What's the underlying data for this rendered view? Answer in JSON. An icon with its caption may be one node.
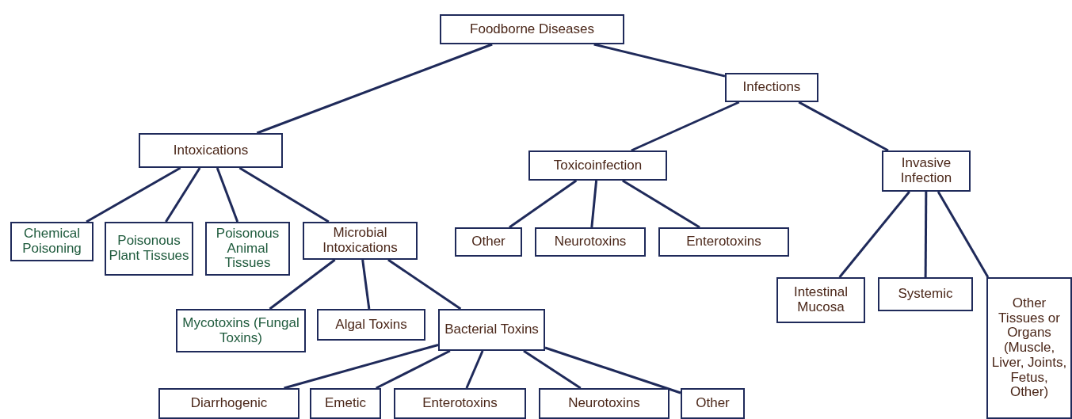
{
  "diagram": {
    "nodes": [
      {
        "text": [
          "Foodborne Diseases"
        ]
      },
      {
        "text": [
          "Infections"
        ]
      },
      {
        "text": [
          "Intoxications"
        ]
      },
      {
        "text": [
          "Toxicoinfection"
        ]
      },
      {
        "text": [
          "Invasive Infection"
        ]
      },
      {
        "text": [
          "Chemical Poisoning"
        ]
      },
      {
        "text": [
          "Poisonous Plant Tissues"
        ]
      },
      {
        "text": [
          "Poisonous Animal Tissues"
        ]
      },
      {
        "text": [
          "Microbial Intoxications"
        ]
      },
      {
        "text": [
          "Other"
        ]
      },
      {
        "text": [
          "Neurotoxins"
        ]
      },
      {
        "text": [
          "Enterotoxins"
        ]
      },
      {
        "text": [
          "Intestinal Mucosa"
        ]
      },
      {
        "text": [
          "Systemic"
        ]
      },
      {
        "text": [
          "Other Tissues or Organs (Muscle, Liver, Joints, Fetus, Other)"
        ]
      },
      {
        "text": [
          "Mycotoxins (Fungal Toxins)"
        ]
      },
      {
        "text": [
          "Algal Toxins"
        ]
      },
      {
        "text": [
          "Bacterial Toxins"
        ]
      },
      {
        "text": [
          "Diarrhogenic"
        ]
      },
      {
        "text": [
          "Emetic"
        ]
      },
      {
        "text": [
          "Enterotoxins"
        ]
      },
      {
        "text": [
          "Neurotoxins"
        ]
      },
      {
        "text": [
          "Other"
        ]
      }
    ],
    "edges": [
      {
        "from": 0,
        "to": 2,
        "arrow": "none"
      },
      {
        "from": 0,
        "to": 1,
        "arrow": "none"
      },
      {
        "from": 1,
        "to": 3,
        "arrow": "none"
      },
      {
        "from": 1,
        "to": 4,
        "arrow": "none"
      },
      {
        "from": 2,
        "to": 5,
        "arrow": "none"
      },
      {
        "from": 2,
        "to": 6,
        "arrow": "none"
      },
      {
        "from": 2,
        "to": 7,
        "arrow": "none"
      },
      {
        "from": 2,
        "to": 8,
        "arrow": "none"
      },
      {
        "from": 3,
        "to": 9,
        "arrow": "none"
      },
      {
        "from": 3,
        "to": 10,
        "arrow": "none"
      },
      {
        "from": 3,
        "to": 11,
        "arrow": "none"
      },
      {
        "from": 4,
        "to": 12,
        "arrow": "none"
      },
      {
        "from": 4,
        "to": 13,
        "arrow": "none"
      },
      {
        "from": 4,
        "to": 14,
        "arrow": "none"
      },
      {
        "from": 8,
        "to": 15,
        "arrow": "none"
      },
      {
        "from": 8,
        "to": 16,
        "arrow": "none"
      },
      {
        "from": 8,
        "to": 17,
        "arrow": "none"
      },
      {
        "from": 17,
        "to": 18,
        "arrow": "none"
      },
      {
        "from": 17,
        "to": 19,
        "arrow": "none"
      },
      {
        "from": 17,
        "to": 20,
        "arrow": "none"
      },
      {
        "from": 17,
        "to": 21,
        "arrow": "none"
      },
      {
        "from": 17,
        "to": 22,
        "arrow": "none"
      }
    ]
  }
}
